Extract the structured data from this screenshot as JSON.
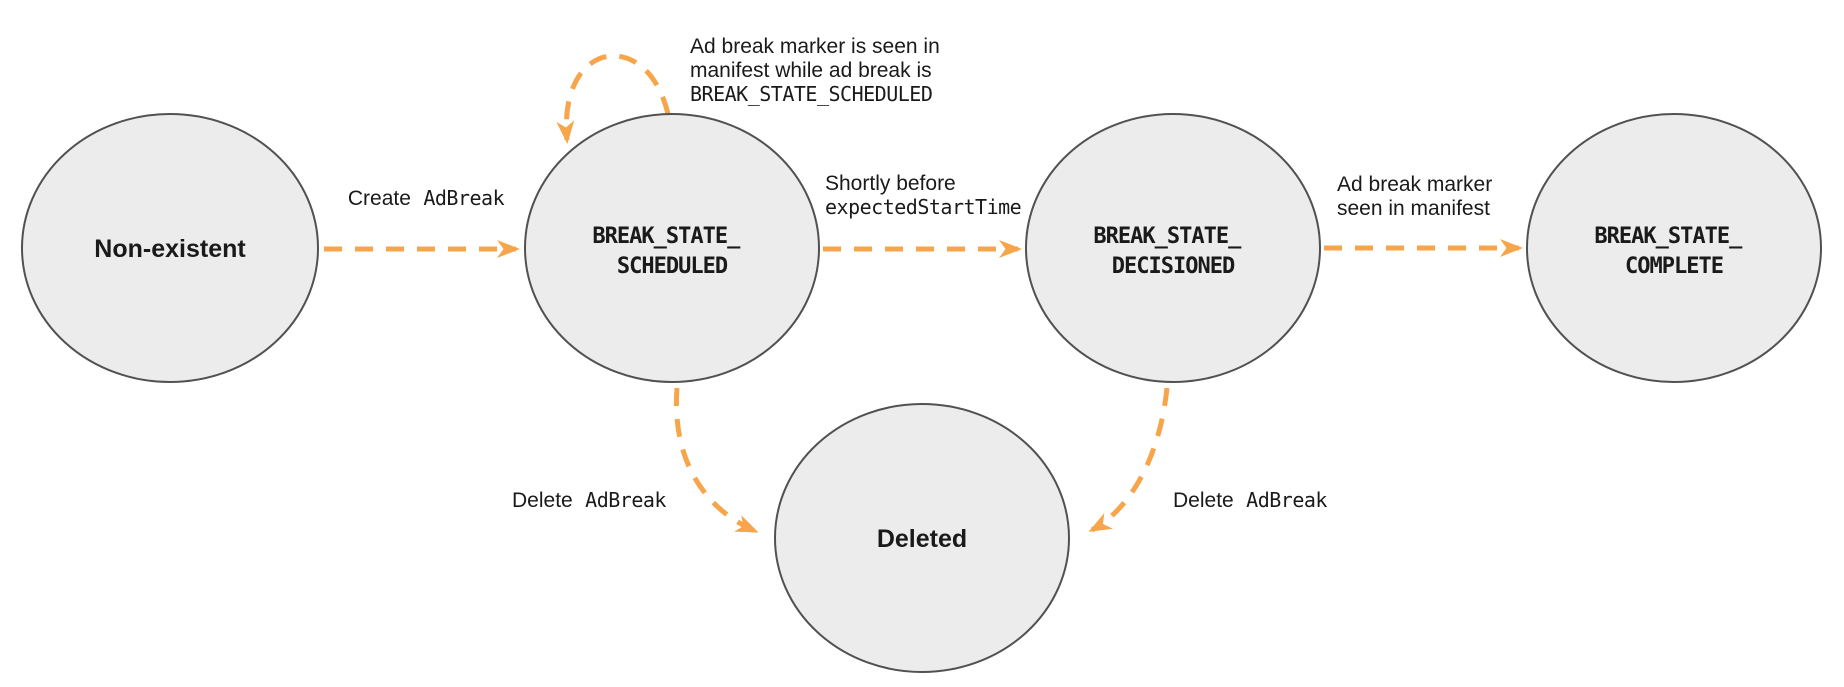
{
  "diagram": {
    "colors": {
      "arrow": "#F7A54A",
      "node_fill": "#ECECEC",
      "node_stroke": "#515151",
      "text": "#1A1A1A"
    },
    "nodes": {
      "non_existent": {
        "label": "Non-existent"
      },
      "scheduled": {
        "line1": "BREAK_STATE_",
        "line2": "SCHEDULED"
      },
      "decisioned": {
        "line1": "BREAK_STATE_",
        "line2": "DECISIONED"
      },
      "complete": {
        "line1": "BREAK_STATE_",
        "line2": "COMPLETE"
      },
      "deleted": {
        "label": "Deleted"
      }
    },
    "edges": {
      "create": {
        "text": "Create",
        "code": "AdBreak"
      },
      "schedule_loop": {
        "line1": "Ad break marker is seen in",
        "line2": "manifest while ad break is",
        "code": "BREAK_STATE_SCHEDULED"
      },
      "decision": {
        "text": "Shortly before",
        "code": "expectedStartTime"
      },
      "complete": {
        "line1": "Ad break marker",
        "line2": "seen in manifest"
      },
      "delete_from_scheduled": {
        "text": "Delete",
        "code": "AdBreak"
      },
      "delete_from_decisioned": {
        "text": "Delete",
        "code": "AdBreak"
      }
    }
  }
}
